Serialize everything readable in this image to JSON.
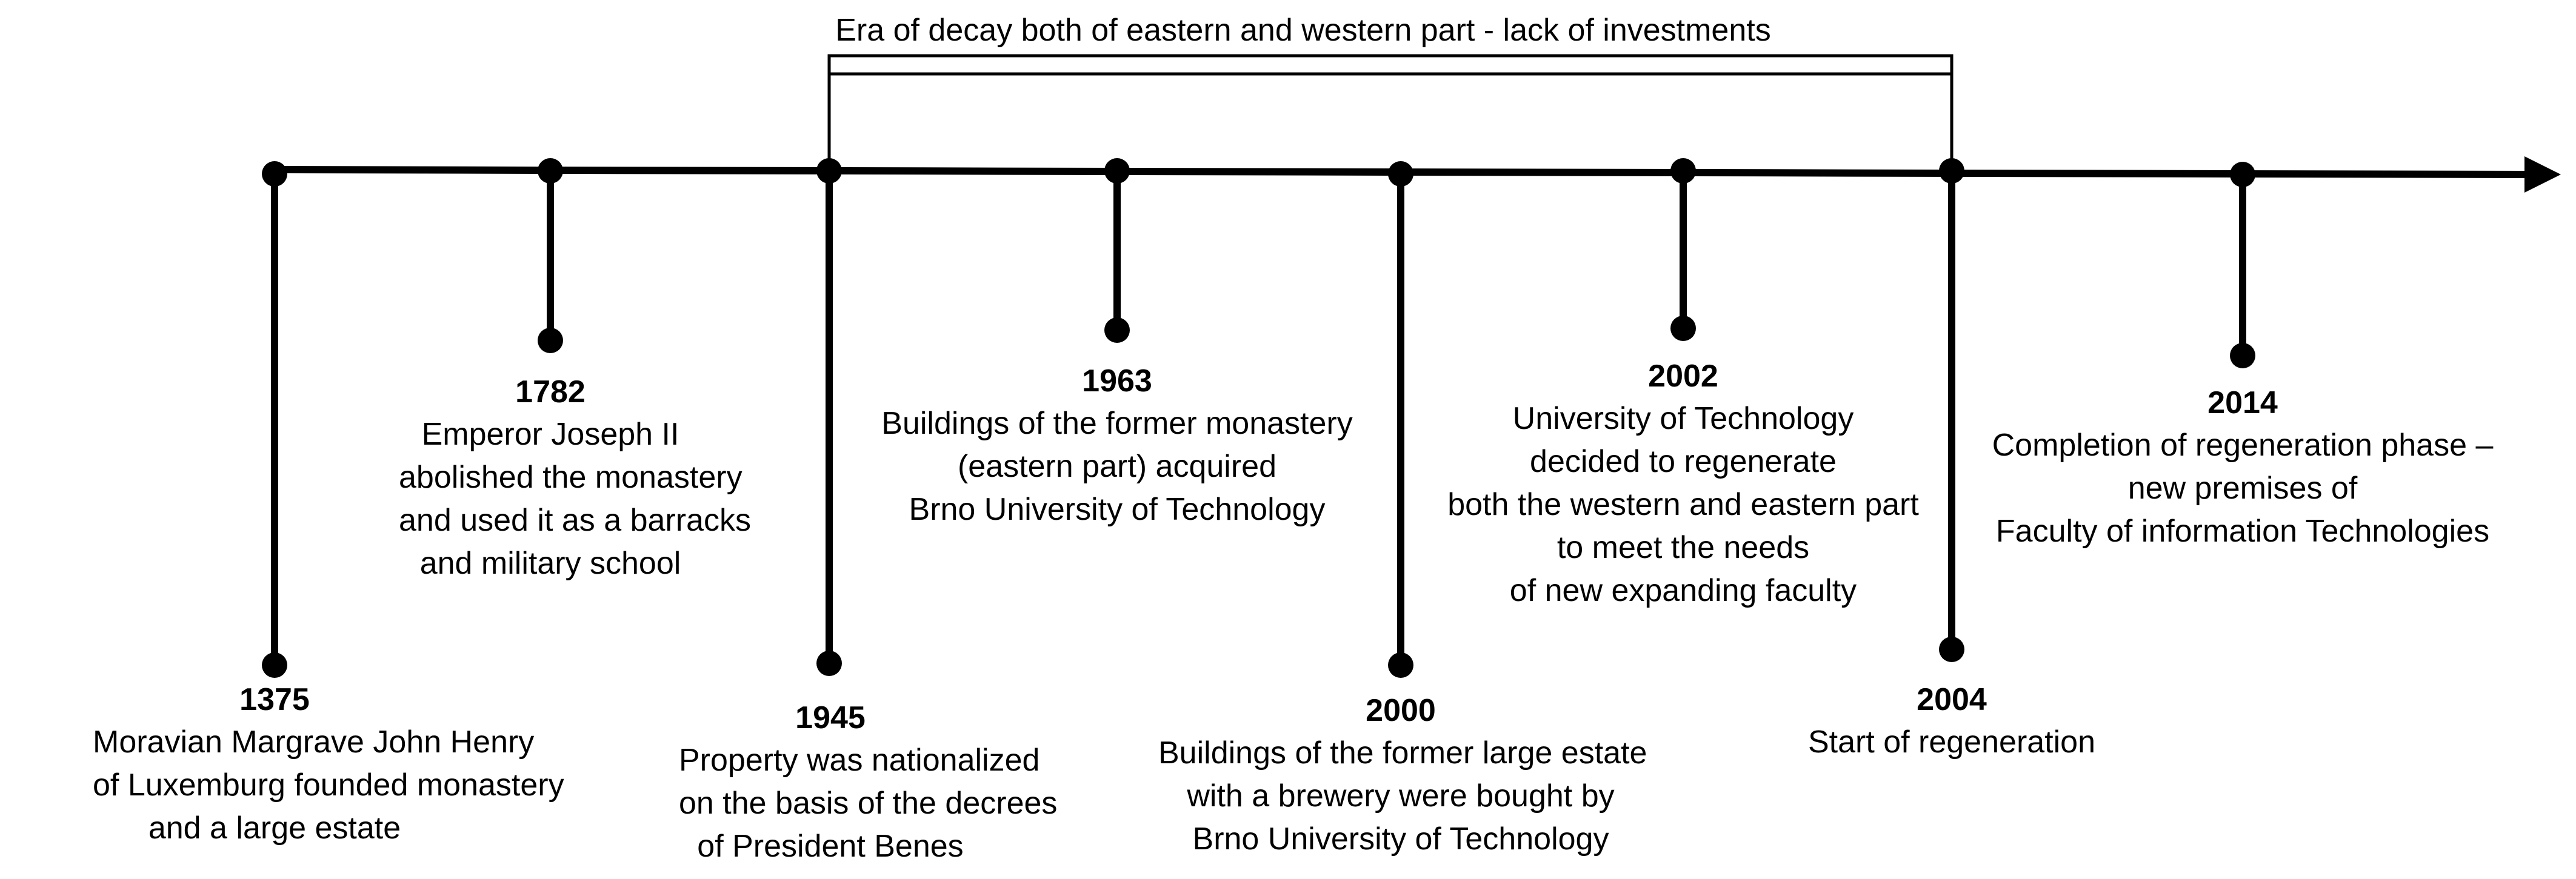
{
  "era": {
    "label": "Era of decay both of eastern and western part - lack of investments",
    "start_year": "1945",
    "end_year": "2004"
  },
  "events": [
    {
      "year": "1375",
      "side": "below",
      "lines": [
        "Moravian Margrave John Henry",
        "of Luxemburg founded monastery",
        "and a large estate"
      ]
    },
    {
      "year": "1782",
      "side": "below",
      "lines": [
        "Emperor Joseph II",
        "abolished the monastery",
        "and used it as a barracks",
        "and military school"
      ]
    },
    {
      "year": "1945",
      "side": "below",
      "lines": [
        "Property was nationalized",
        "on the basis of the decrees",
        "of President Benes"
      ]
    },
    {
      "year": "1963",
      "side": "below",
      "lines": [
        "Buildings of the former monastery",
        "(eastern part) acquired",
        "Brno University of Technology"
      ]
    },
    {
      "year": "2000",
      "side": "below",
      "lines": [
        "Buildings of the former large estate",
        "with a brewery were bought by",
        "Brno University of Technology"
      ]
    },
    {
      "year": "2002",
      "side": "below",
      "lines": [
        "University of Technology",
        "decided to regenerate",
        "both the western and eastern part",
        "to meet the needs",
        "of new expanding faculty"
      ]
    },
    {
      "year": "2004",
      "side": "below",
      "lines": [
        "Start of regeneration"
      ]
    },
    {
      "year": "2014",
      "side": "below",
      "lines": [
        "Completion of regeneration phase –",
        "new premises of",
        "Faculty of information Technologies"
      ]
    }
  ],
  "colors": {
    "line": "#000000",
    "text": "#000000",
    "background": "#ffffff"
  }
}
